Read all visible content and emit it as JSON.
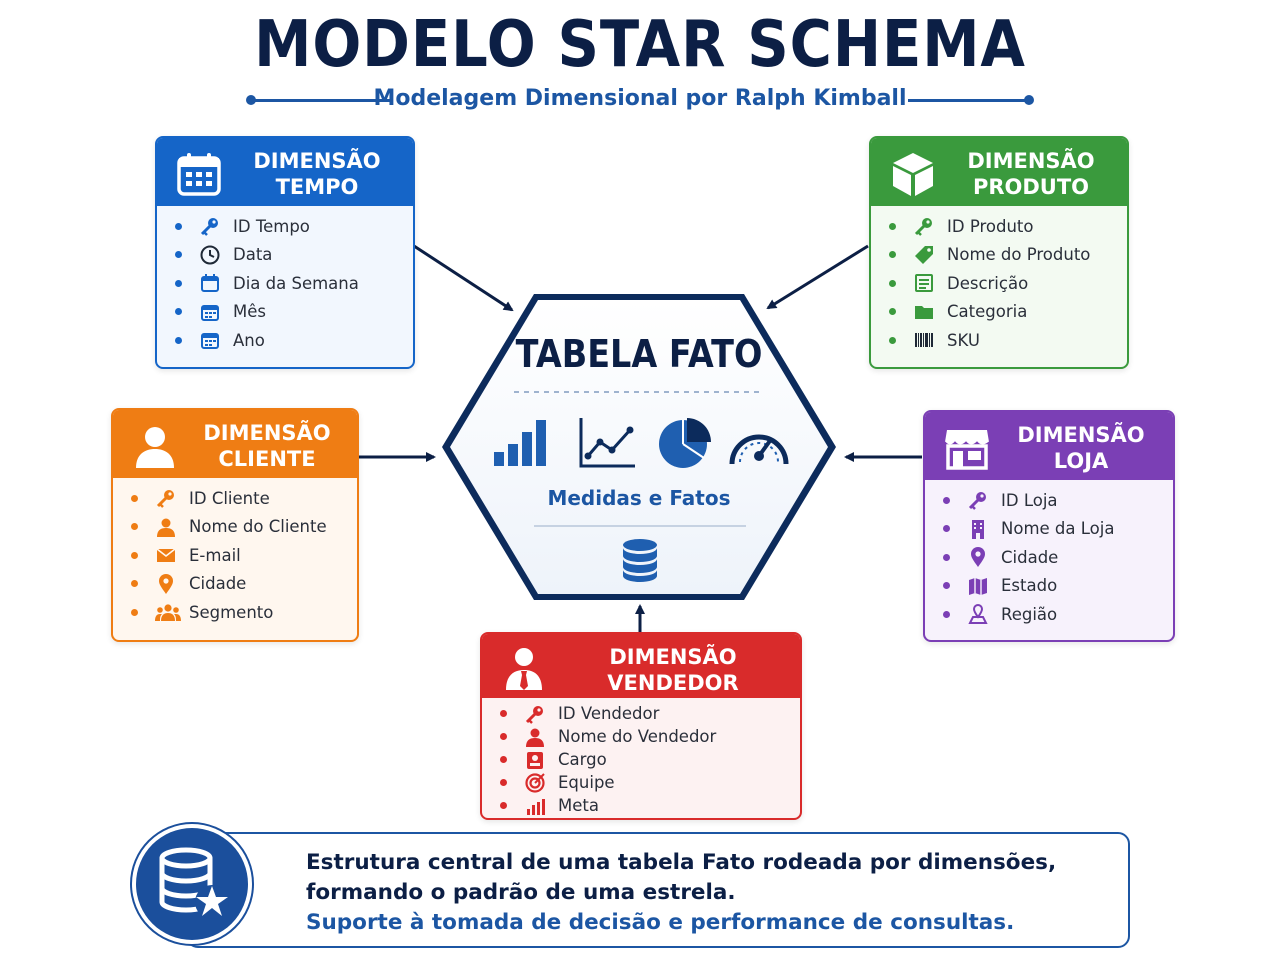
{
  "header": {
    "title": "MODELO STAR SCHEMA",
    "subtitle": "Modelagem Dimensional por Ralph Kimball"
  },
  "fact_table": {
    "title": "TABELA FATO",
    "caption": "Medidas e Fatos",
    "icons": [
      "bar-chart-icon",
      "line-chart-icon",
      "pie-chart-icon",
      "gauge-icon",
      "database-icon"
    ]
  },
  "dimensions": {
    "tempo": {
      "title_line1": "DIMENSÃO",
      "title_line2": "TEMPO",
      "color": "#1565c8",
      "header_icon": "calendar-icon",
      "items": [
        {
          "label": "ID Tempo",
          "icon": "key-icon"
        },
        {
          "label": "Data",
          "icon": "clock-icon"
        },
        {
          "label": "Dia da Semana",
          "icon": "calendar-icon"
        },
        {
          "label": "Mês",
          "icon": "calendar-grid-icon"
        },
        {
          "label": "Ano",
          "icon": "calendar-grid-icon"
        }
      ]
    },
    "produto": {
      "title_line1": "DIMENSÃO",
      "title_line2": "PRODUTO",
      "color": "#3a9a3d",
      "header_icon": "box-icon",
      "items": [
        {
          "label": "ID Produto",
          "icon": "key-icon"
        },
        {
          "label": "Nome do Produto",
          "icon": "tag-icon"
        },
        {
          "label": "Descrição",
          "icon": "list-icon"
        },
        {
          "label": "Categoria",
          "icon": "folder-icon"
        },
        {
          "label": "SKU",
          "icon": "barcode-icon"
        }
      ]
    },
    "cliente": {
      "title_line1": "DIMENSÃO",
      "title_line2": "CLIENTE",
      "color": "#ef7d14",
      "header_icon": "user-icon",
      "items": [
        {
          "label": "ID Cliente",
          "icon": "key-icon"
        },
        {
          "label": "Nome do Cliente",
          "icon": "user-icon"
        },
        {
          "label": "E-mail",
          "icon": "envelope-icon"
        },
        {
          "label": "Cidade",
          "icon": "map-pin-icon"
        },
        {
          "label": "Segmento",
          "icon": "users-icon"
        }
      ]
    },
    "loja": {
      "title_line1": "DIMENSÃO",
      "title_line2": "LOJA",
      "color": "#7b3fb5",
      "header_icon": "store-icon",
      "items": [
        {
          "label": "ID Loja",
          "icon": "key-icon"
        },
        {
          "label": "Nome da Loja",
          "icon": "building-icon"
        },
        {
          "label": "Cidade",
          "icon": "map-pin-icon"
        },
        {
          "label": "Estado",
          "icon": "map-icon"
        },
        {
          "label": "Região",
          "icon": "region-pin-icon"
        }
      ]
    },
    "vendedor": {
      "title_line1": "DIMENSÃO",
      "title_line2": "VENDEDOR",
      "color": "#d92b2b",
      "header_icon": "salesperson-icon",
      "items": [
        {
          "label": "ID Vendedor",
          "icon": "key-icon"
        },
        {
          "label": "Nome do Vendedor",
          "icon": "user-icon"
        },
        {
          "label": "Cargo",
          "icon": "id-badge-icon"
        },
        {
          "label": "Equipe",
          "icon": "target-icon"
        },
        {
          "label": "Meta",
          "icon": "bar-chart-icon"
        }
      ]
    }
  },
  "footer": {
    "line1": "Estrutura central de uma tabela Fato rodeada por dimensões,",
    "line2": "formando o padrão de uma estrela.",
    "line3": "Suporte à tomada de decisão e performance de consultas.",
    "icon": "database-star-icon"
  }
}
